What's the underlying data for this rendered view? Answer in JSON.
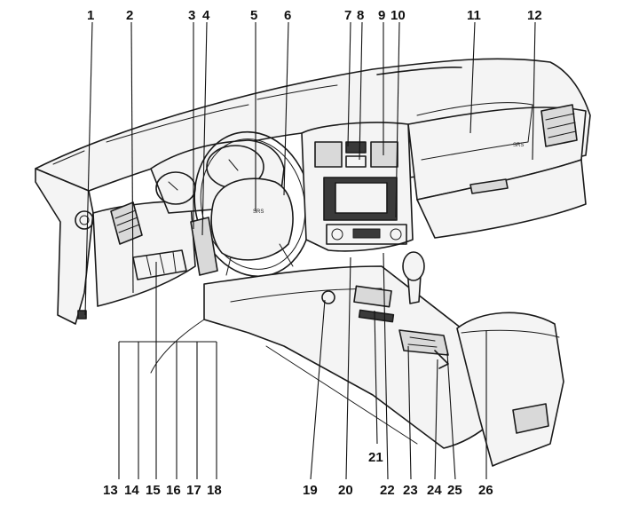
{
  "diagram": {
    "callouts_top": [
      "1",
      "2",
      "3",
      "4",
      "5",
      "6",
      "7",
      "8",
      "9",
      "10",
      "11",
      "12"
    ],
    "callouts_bottom": [
      "13",
      "14",
      "15",
      "16",
      "17",
      "18",
      "19",
      "20",
      "21",
      "22",
      "23",
      "24",
      "25",
      "26"
    ],
    "airbag_marks": [
      "SRS",
      "SRS"
    ],
    "colors": {
      "ink": "#1a1a1a",
      "paper": "#ffffff"
    }
  }
}
